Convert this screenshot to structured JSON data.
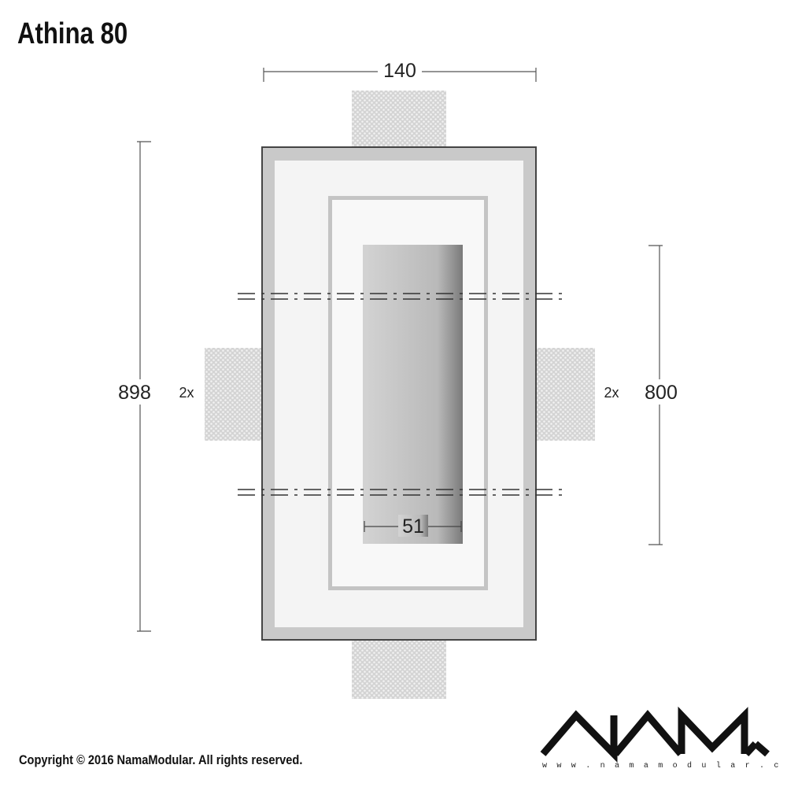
{
  "title": "Athina 80",
  "dimensions": {
    "overall_width": "140",
    "overall_height": "898",
    "bracket_spacing": "800",
    "slot_width": "51"
  },
  "bracket_qty_left": "2x",
  "bracket_qty_right": "2x",
  "copyright": "Copyright © 2016 NamaModular. All rights reserved.",
  "logo": {
    "brand": "NAMA",
    "website": "w w w . n a m a m o d u l a r . c o m"
  },
  "colors": {
    "outer_frame": "#9b9b9b",
    "plaster": "#f7f7f7",
    "inner_frame": "#c6c6c6",
    "slot_light": "#cfcfcf",
    "slot_dark": "#7a7a7a",
    "bracket": "#d9d9d9",
    "dimension": "#555555"
  }
}
